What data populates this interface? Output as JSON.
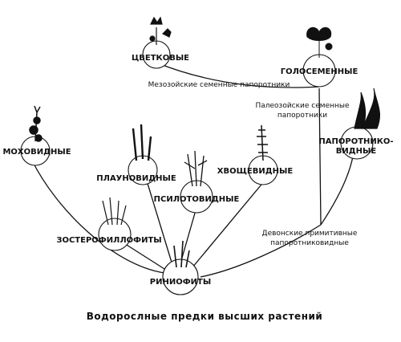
{
  "nodes": {
    "cvetkovye": "ЦВЕТКОВЫЕ",
    "golosemennye": "ГОЛОСЕМЕННЫЕ",
    "mohovidnye": "МОХОВИДНЫЕ",
    "plaunovidnye": "ПЛАУНОВИДНЫЕ",
    "psilotovidnye": "ПСИЛОТОВИДНЫЕ",
    "hvoshchevidnye": "ХВОЩЕВИДНЫЕ",
    "paporotnikovidnye_1": "ПАПОРОТНИКО-",
    "paporotnikovidnye_2": "ВИДНЫЕ",
    "zosterofillofity": "ЗОСТЕРОФИЛЛОФИТЫ",
    "riniofity": "РИНИОФИТЫ"
  },
  "edge_labels": {
    "mezozoic": "Мезозойские семенные папоротники",
    "paleozoic_1": "Палеозойские семенные",
    "paleozoic_2": "папоротники",
    "devonian_1": "Девонские примитивные",
    "devonian_2": "папоротниковидные"
  },
  "footer": "Водорослные предки высших растений",
  "colors": {
    "ink": "#111111",
    "background": "#ffffff"
  },
  "icons": [
    "flower-plant-icon",
    "ginkgo-leaf-icon",
    "moss-icon",
    "fern-frond-icon",
    "clubmoss-icon",
    "psilotum-icon",
    "horsetail-icon",
    "zosterophyll-icon",
    "rhynia-icon"
  ]
}
